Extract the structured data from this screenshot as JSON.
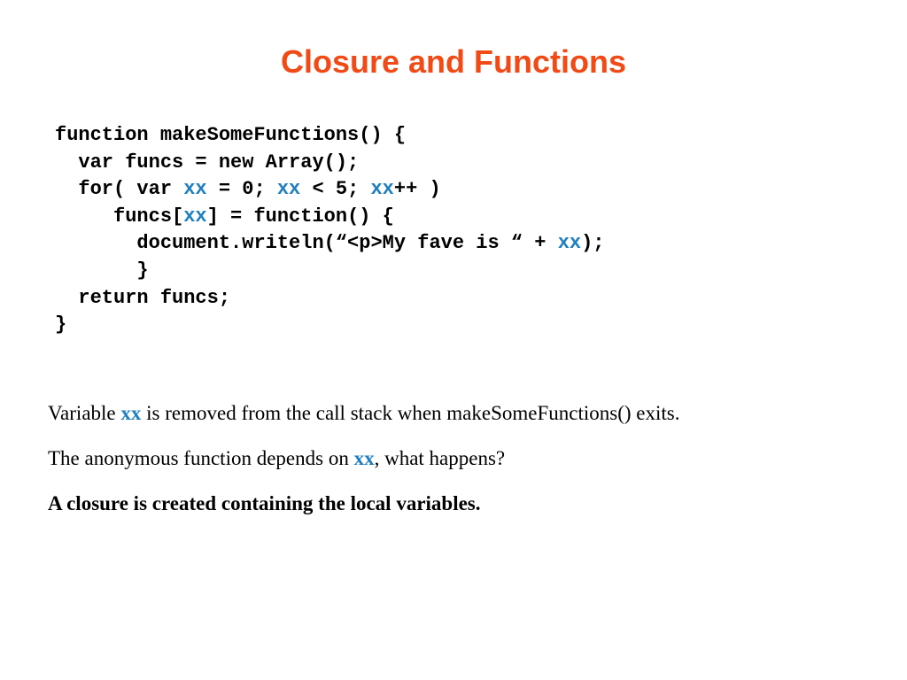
{
  "colors": {
    "title": "#f24a16",
    "variable": "#1f7fc0",
    "text": "#000000"
  },
  "title": "Closure and Functions",
  "code": {
    "lines": [
      {
        "indent": "",
        "before": "function makeSomeFunctions() {"
      },
      {
        "indent": "  ",
        "before": "var funcs = new Array();"
      },
      {
        "indent": "  ",
        "before": "for( var ",
        "var1": "xx",
        "mid1": " = 0; ",
        "var2": "xx",
        "mid2": " < 5; ",
        "var3": "xx",
        "after": "++ )"
      },
      {
        "indent": "     ",
        "before": "funcs[",
        "var1": "xx",
        "after": "] = function() {"
      },
      {
        "indent": "       ",
        "before": "document.writeln(“<p>My fave is “ + ",
        "var1": "xx",
        "after": ");"
      },
      {
        "indent": "       ",
        "before": "}"
      },
      {
        "indent": "  ",
        "before": "return funcs;"
      },
      {
        "indent": "",
        "before": "}"
      }
    ]
  },
  "paragraphs": {
    "p1": {
      "pre": "Variable ",
      "var": "xx",
      "post": " is removed from the call stack when makeSomeFunctions() exits."
    },
    "p2": {
      "pre": "The anonymous function depends on ",
      "var": "xx",
      "post": ", what happens?"
    },
    "p3": {
      "text": "A closure is created containing the local variables."
    }
  }
}
